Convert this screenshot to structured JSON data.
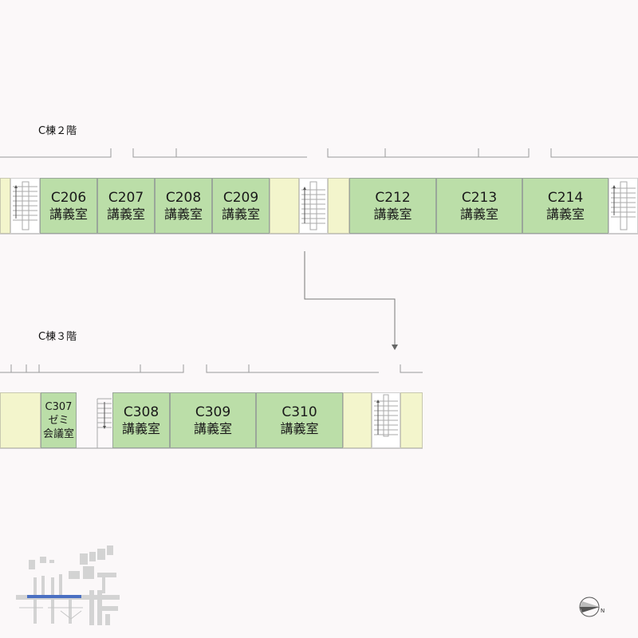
{
  "floors": {
    "f2": {
      "label": "C棟２階",
      "rooms": [
        {
          "code": "C206",
          "type": "講義室"
        },
        {
          "code": "C207",
          "type": "講義室"
        },
        {
          "code": "C208",
          "type": "講義室"
        },
        {
          "code": "C209",
          "type": "講義室"
        },
        {
          "code": "C212",
          "type": "講義室"
        },
        {
          "code": "C213",
          "type": "講義室"
        },
        {
          "code": "C214",
          "type": "講義室"
        }
      ]
    },
    "f3": {
      "label": "C棟３階",
      "rooms": [
        {
          "code": "C307",
          "type": "ゼミ",
          "type2": "会議室"
        },
        {
          "code": "C308",
          "type": "講義室"
        },
        {
          "code": "C309",
          "type": "講義室"
        },
        {
          "code": "C310",
          "type": "講義室"
        }
      ]
    }
  },
  "colors": {
    "room_fill": "#bbdea8",
    "filler_fill": "#f3f5cc",
    "highlight": "#4a6fc2",
    "line": "#8a8a8a"
  },
  "icons": [
    "north-arrow-icon",
    "campus-minimap"
  ]
}
